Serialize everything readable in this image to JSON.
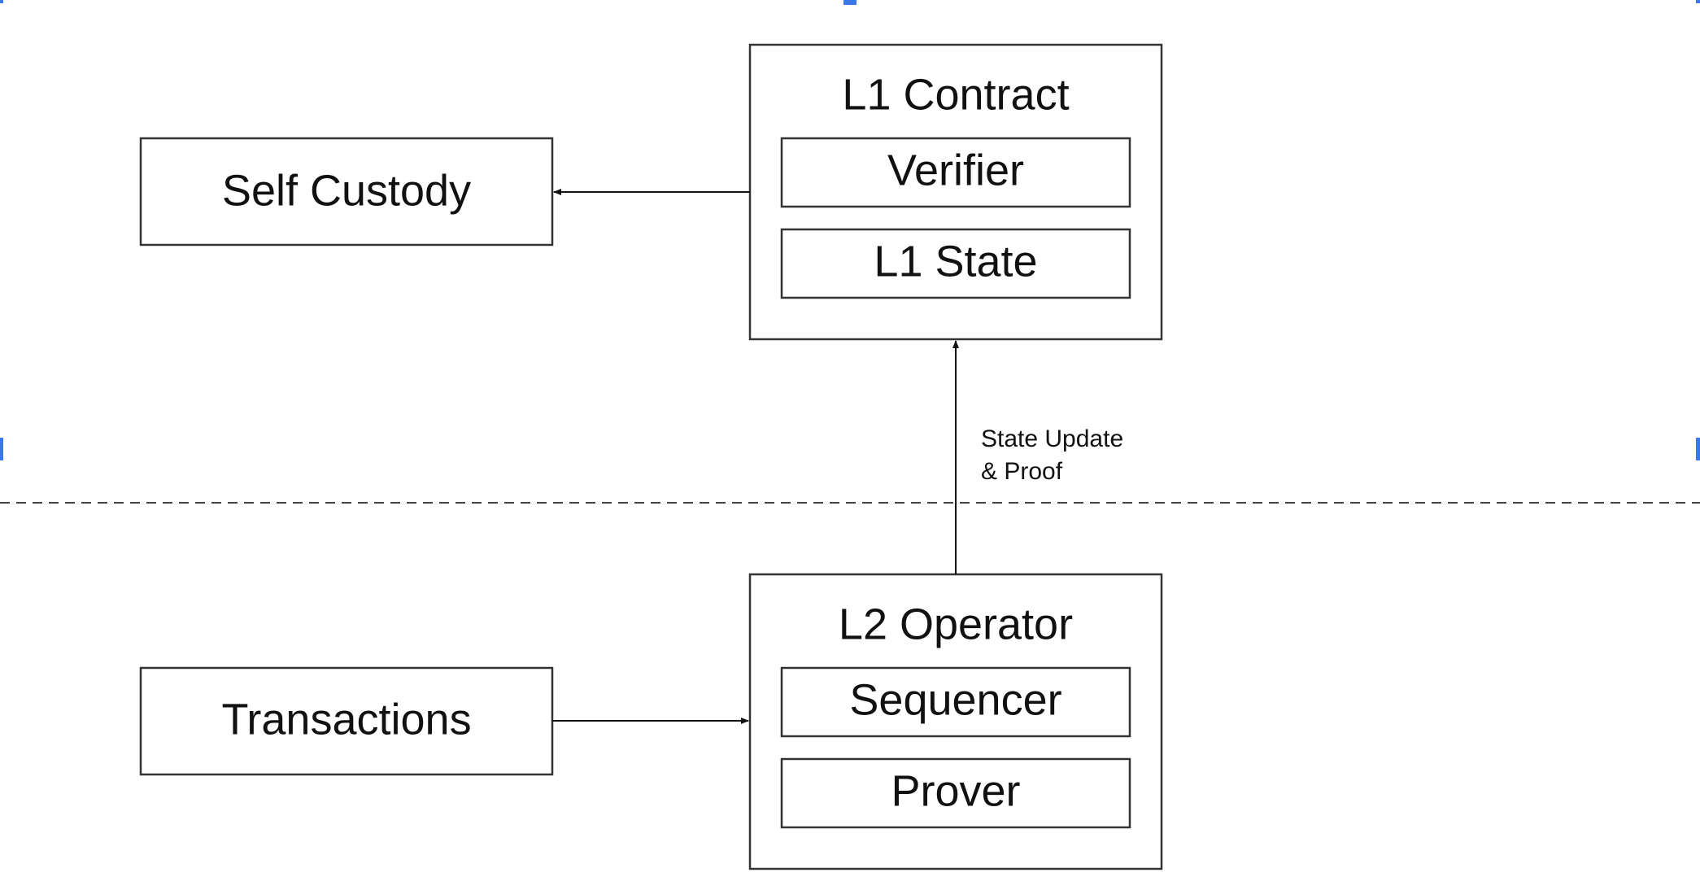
{
  "diagram": {
    "colors": {
      "stroke": "#333333",
      "text": "#111111",
      "background": "#ffffff",
      "selection_handle": "#3b78e7"
    },
    "nodes": {
      "self_custody": "Self Custody",
      "l1_contract": "L1 Contract",
      "verifier": "Verifier",
      "l1_state": "L1 State",
      "transactions": "Transactions",
      "l2_operator": "L2 Operator",
      "sequencer": "Sequencer",
      "prover": "Prover"
    },
    "edge_labels": {
      "state_update_line1": "State Update",
      "state_update_line2": "& Proof"
    }
  }
}
